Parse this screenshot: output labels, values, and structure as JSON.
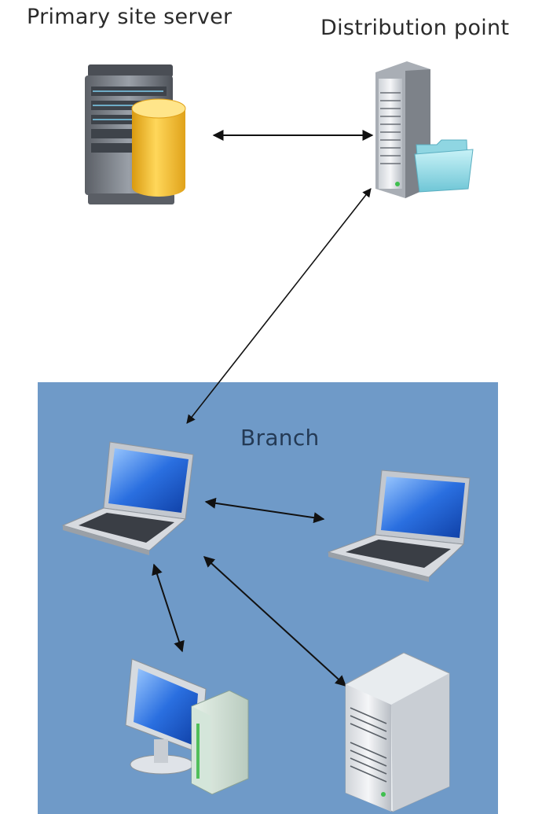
{
  "labels": {
    "primary_site_server": "Primary site server",
    "distribution_point": "Distribution point",
    "branch": "Branch"
  },
  "icons": {
    "primary_server": "server-with-database-icon",
    "distribution_server": "server-with-folder-icon",
    "branch_laptop_main": "laptop-icon",
    "branch_laptop_peer": "laptop-icon",
    "branch_desktop": "desktop-computer-icon",
    "branch_server": "server-tower-icon"
  },
  "colors": {
    "branch_background": "#6f9ac8",
    "arrow": "#111111"
  }
}
